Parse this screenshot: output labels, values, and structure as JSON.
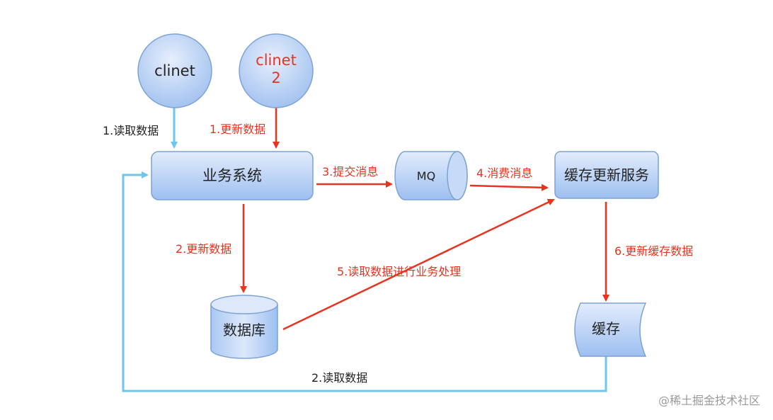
{
  "nodes": {
    "client1": "clinet",
    "client2_line1": "clinet",
    "client2_line2": "2",
    "business_system": "业务系统",
    "mq": "MQ",
    "cache_update_service": "缓存更新服务",
    "database": "数据库",
    "cache": "缓存"
  },
  "edges": {
    "read_data_1": "1.读取数据",
    "update_data_1": "1.更新数据",
    "submit_message": "3.提交消息",
    "consume_message": "4.消费消息",
    "update_data_2": "2.更新数据",
    "read_data_process": "5.读取数据进行业务处理",
    "update_cache_data": "6.更新缓存数据",
    "read_data_2": "2.读取数据"
  },
  "watermark": "@稀土掘金技术社区",
  "colors": {
    "blue_arrow": "#6ec6ee",
    "red_arrow": "#e8331f",
    "red_text": "#e8331f",
    "node_fill_top": "#dbe8fb",
    "node_fill_bottom": "#9ec0ee",
    "node_stroke": "#7da2d6"
  }
}
